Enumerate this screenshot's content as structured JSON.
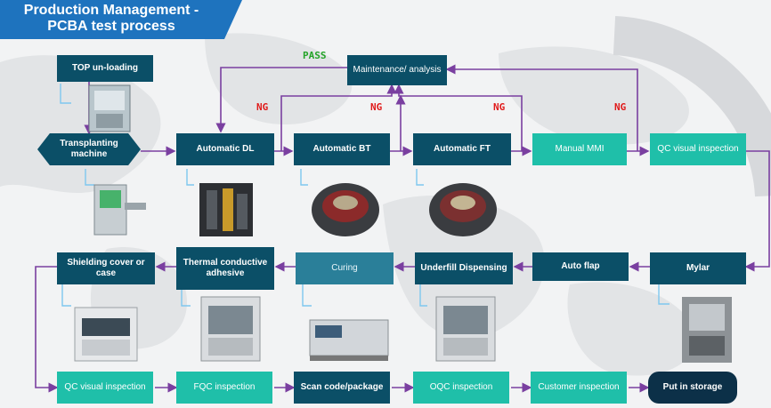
{
  "title": {
    "line1": "Production Management -",
    "line2": "PCBA test process"
  },
  "labels": {
    "pass": "PASS",
    "ng": [
      "NG",
      "NG",
      "NG",
      "NG"
    ]
  },
  "nodes": {
    "top_unloading": "TOP un-loading",
    "maintenance": "Maintenance/ analysis",
    "transplanting": "Transplanting machine",
    "automatic_dl": "Automatic DL",
    "automatic_bt": "Automatic BT",
    "automatic_ft": "Automatic FT",
    "manual_mmi": "Manual MMI",
    "qc_visual_top": "QC visual inspection",
    "mylar": "Mylar",
    "auto_flap": "Auto flap",
    "underfill": "Underfill Dispensing",
    "curing": "Curing",
    "thermal": "Thermal conductive adhesive",
    "shielding": "Shielding cover or case",
    "qc_visual_bottom": "QC visual inspection",
    "fqc": "FQC inspection",
    "scan_code": "Scan code/package",
    "oqc": "OQC inspection",
    "customer": "Customer inspection",
    "storage": "Put in storage"
  },
  "colors": {
    "dark": "#0b4f67",
    "mid": "#2a7f99",
    "teal": "#1fbfa9",
    "navy": "#0c3048",
    "arrow": "#7a3fa0",
    "banner": "#1e73be"
  }
}
